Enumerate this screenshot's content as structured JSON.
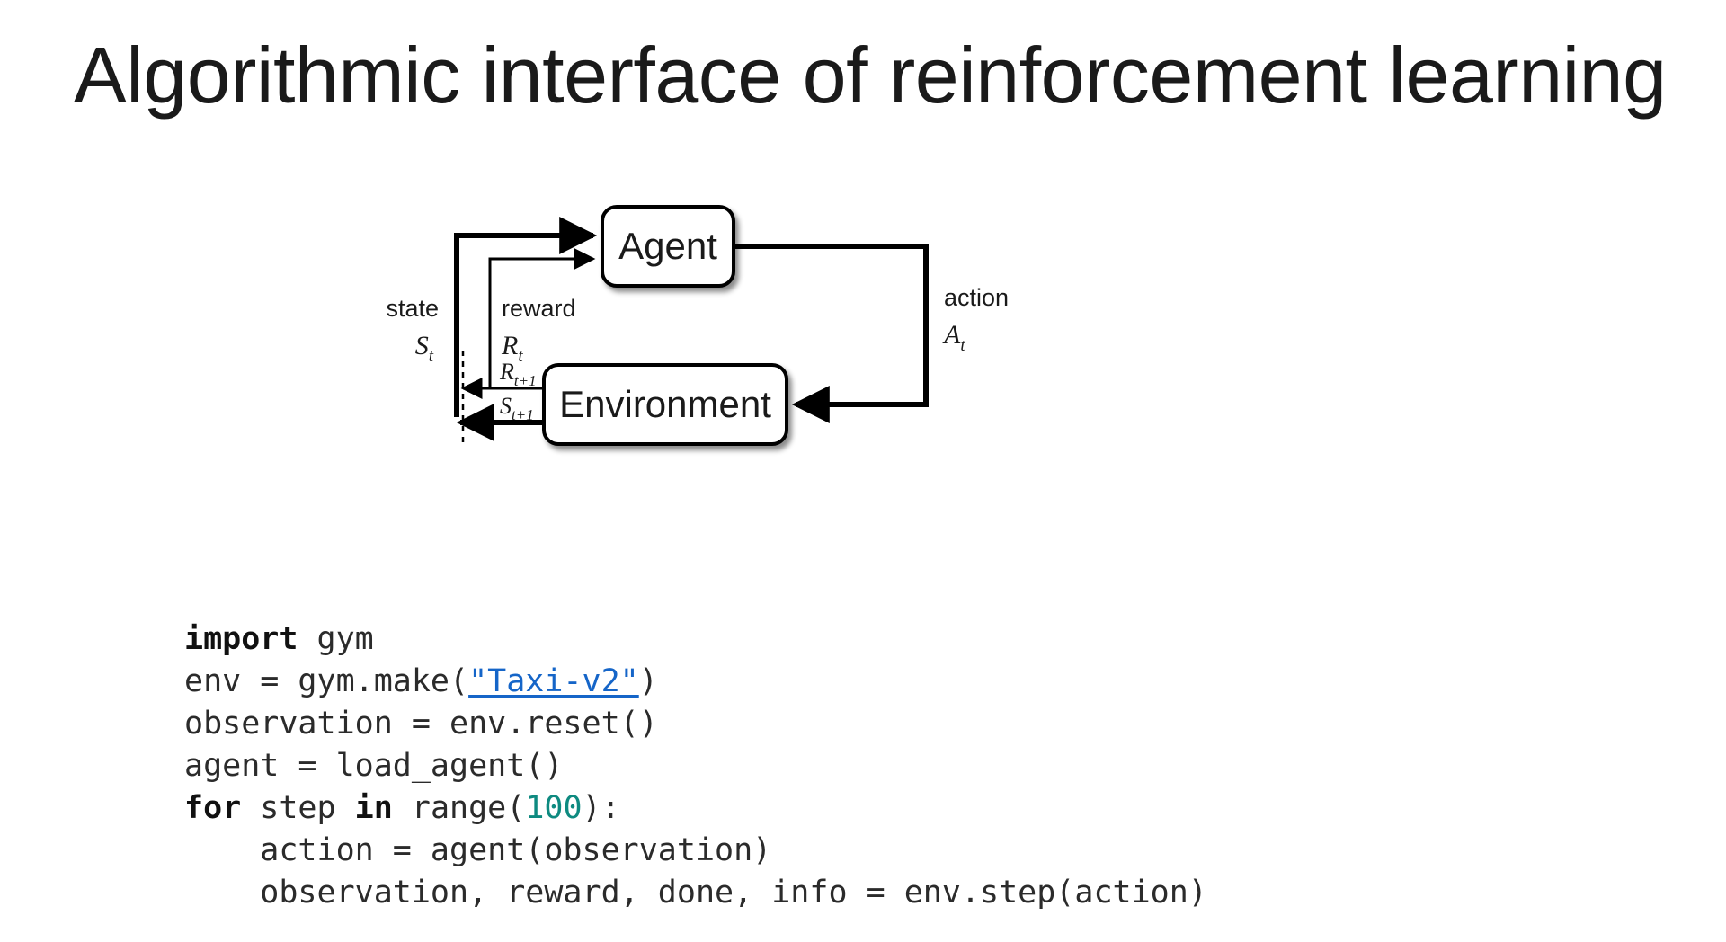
{
  "slide": {
    "title": "Algorithmic interface of reinforcement learning",
    "background_color": "#ffffff",
    "text_color": "#1a1a1a"
  },
  "diagram": {
    "name": "agent-environment-interaction-loop",
    "nodes": [
      {
        "id": "agent",
        "label": "Agent"
      },
      {
        "id": "environment",
        "label": "Environment"
      }
    ],
    "edge_labels": {
      "state_word": "state",
      "state_symbol": "S",
      "state_subscript": "t",
      "reward_word": "reward",
      "reward_symbol": "R",
      "reward_subscript": "t",
      "action_word": "action",
      "action_symbol": "A",
      "action_subscript": "t",
      "next_reward_symbol": "R",
      "next_reward_subscript": "t+1",
      "next_state_symbol": "S",
      "next_state_subscript": "t+1"
    },
    "stroke_color": "#000000"
  },
  "code": {
    "language": "python",
    "link_color": "#1565c8",
    "number_color": "#0e8a80",
    "keyword_color": "#111111",
    "text_color": "#2b2b2b",
    "lines": [
      {
        "id": "l1",
        "tokens": [
          {
            "text": "import",
            "type": "keyword"
          },
          {
            "text": " gym",
            "type": "plain"
          }
        ]
      },
      {
        "id": "l2",
        "tokens": [
          {
            "text": "env = gym.make(",
            "type": "plain"
          },
          {
            "text": "\"Taxi-v2\"",
            "type": "link"
          },
          {
            "text": ")",
            "type": "plain"
          }
        ]
      },
      {
        "id": "l3",
        "tokens": [
          {
            "text": "observation = env.reset()",
            "type": "plain"
          }
        ]
      },
      {
        "id": "l4",
        "tokens": [
          {
            "text": "agent = load_agent()",
            "type": "plain"
          }
        ]
      },
      {
        "id": "l5",
        "tokens": [
          {
            "text": "for",
            "type": "keyword"
          },
          {
            "text": " step ",
            "type": "plain"
          },
          {
            "text": "in",
            "type": "keyword"
          },
          {
            "text": " range(",
            "type": "plain"
          },
          {
            "text": "100",
            "type": "number"
          },
          {
            "text": "):",
            "type": "plain"
          }
        ]
      },
      {
        "id": "l6",
        "tokens": [
          {
            "text": "    action = agent(observation)",
            "type": "plain"
          }
        ]
      },
      {
        "id": "l7",
        "tokens": [
          {
            "text": "    observation, reward, done, info = env.step(action)",
            "type": "plain"
          }
        ]
      }
    ]
  }
}
